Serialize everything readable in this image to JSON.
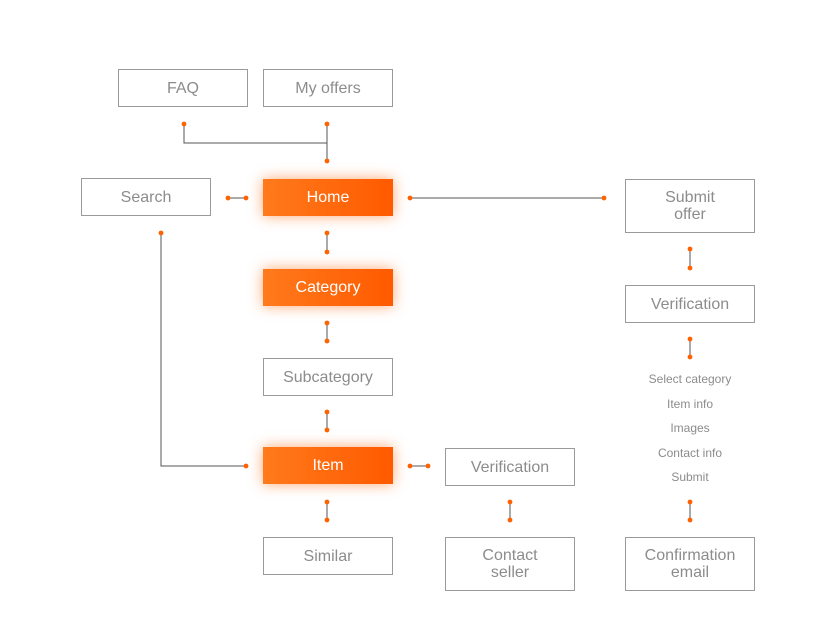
{
  "colors": {
    "accent": "#ff6200",
    "line": "#555555",
    "border": "#9a9a9a",
    "text": "#8c8c8c"
  },
  "nodes": {
    "faq": "FAQ",
    "my_offers": "My offers",
    "search": "Search",
    "home": "Home",
    "category": "Category",
    "subcategory": "Subcategory",
    "item": "Item",
    "similar": "Similar",
    "verification_item": "Verification",
    "contact_seller": [
      "Contact",
      "seller"
    ],
    "submit_offer": [
      "Submit",
      "offer"
    ],
    "verification_offer": "Verification",
    "confirmation_email": [
      "Confirmation",
      "email"
    ]
  },
  "submit_steps": [
    "Select category",
    "Item info",
    "Images",
    "Contact info",
    "Submit"
  ]
}
